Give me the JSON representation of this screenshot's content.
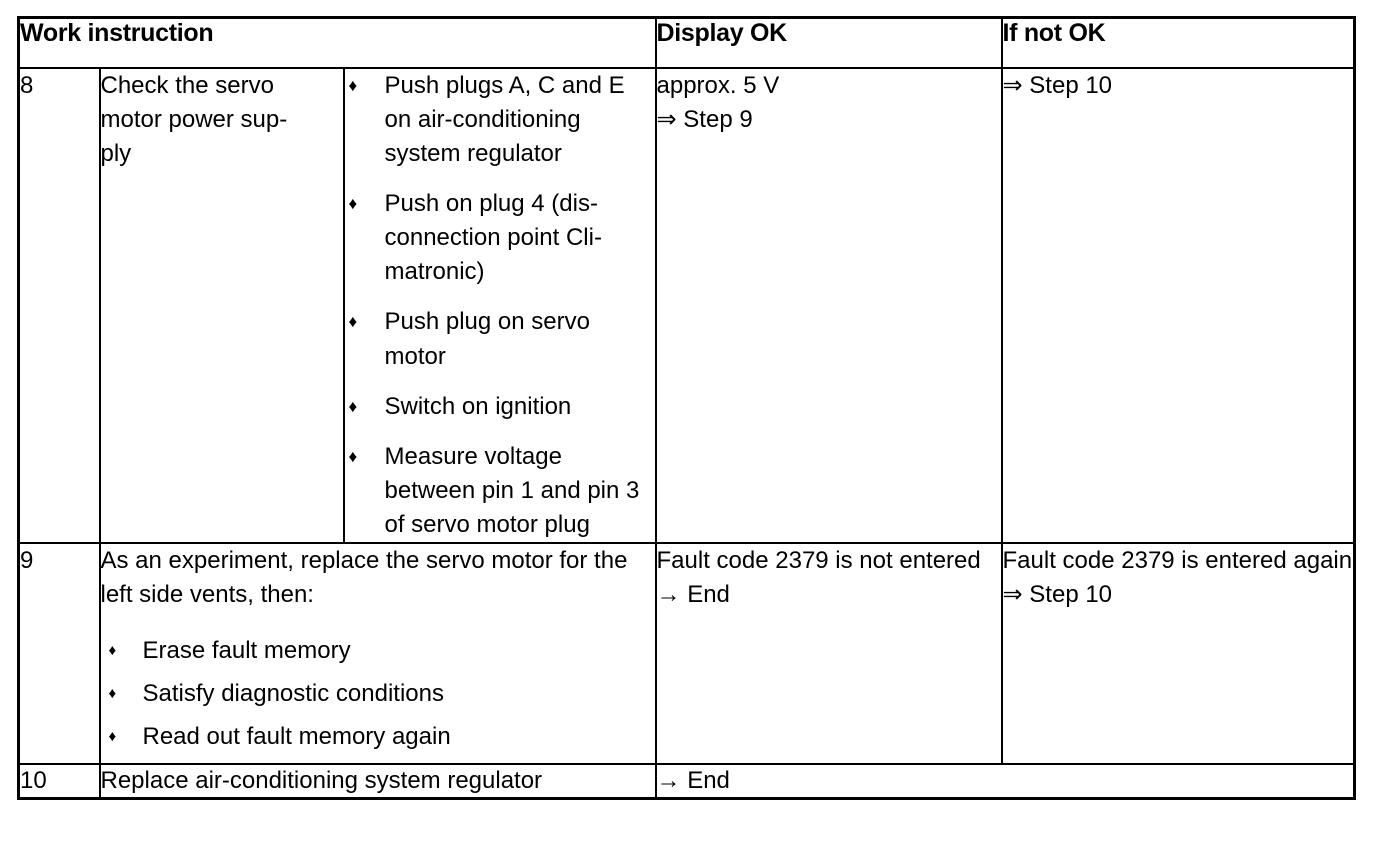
{
  "document": {
    "type": "work-instruction-table",
    "title": "Work instruction table"
  },
  "table": {
    "headers": {
      "work_instruction": "Work instruction",
      "display_ok": "Display OK",
      "if_not_ok": "If not OK"
    },
    "rows": [
      {
        "step": "8",
        "task": "Check the servo motor power sup-­ply",
        "details": [
          "Push plugs A, C and E on air-conditioning system regulator",
          "Push on plug 4 (dis-connection point Cli-matronic)",
          "Push plug on servo motor",
          "Switch on ignition",
          "Measure voltage between pin 1 and pin 3 of servo motor plug"
        ],
        "display_ok": {
          "line1": "approx. 5 V",
          "line2_arrow": "⇒",
          "line2_text": "Step 9"
        },
        "if_not_ok": {
          "line1_arrow": "⇒",
          "line1_text": "Step 10"
        }
      },
      {
        "step": "9",
        "intro": "As an experiment, replace the servo motor for the left side vents, then:",
        "details": [
          "Erase fault memory",
          "Satisfy diagnostic conditions",
          "Read out fault memory again"
        ],
        "display_ok": {
          "line1": "Fault code 2379 is not entered",
          "line2_arrow": "→",
          "line2_text": "End"
        },
        "if_not_ok": {
          "line1": "Fault code 2379 is entered again",
          "line2_arrow": "⇒",
          "line2_text": "Step 10"
        }
      },
      {
        "step": "10",
        "task": "Replace air-conditioning system regulator",
        "display_ok": {
          "line1_arrow": "→",
          "line1_text": "End"
        }
      }
    ],
    "bullet_glyph": "♦"
  },
  "colors": {
    "border": "#000000",
    "background": "#ffffff",
    "text": "#000000"
  }
}
